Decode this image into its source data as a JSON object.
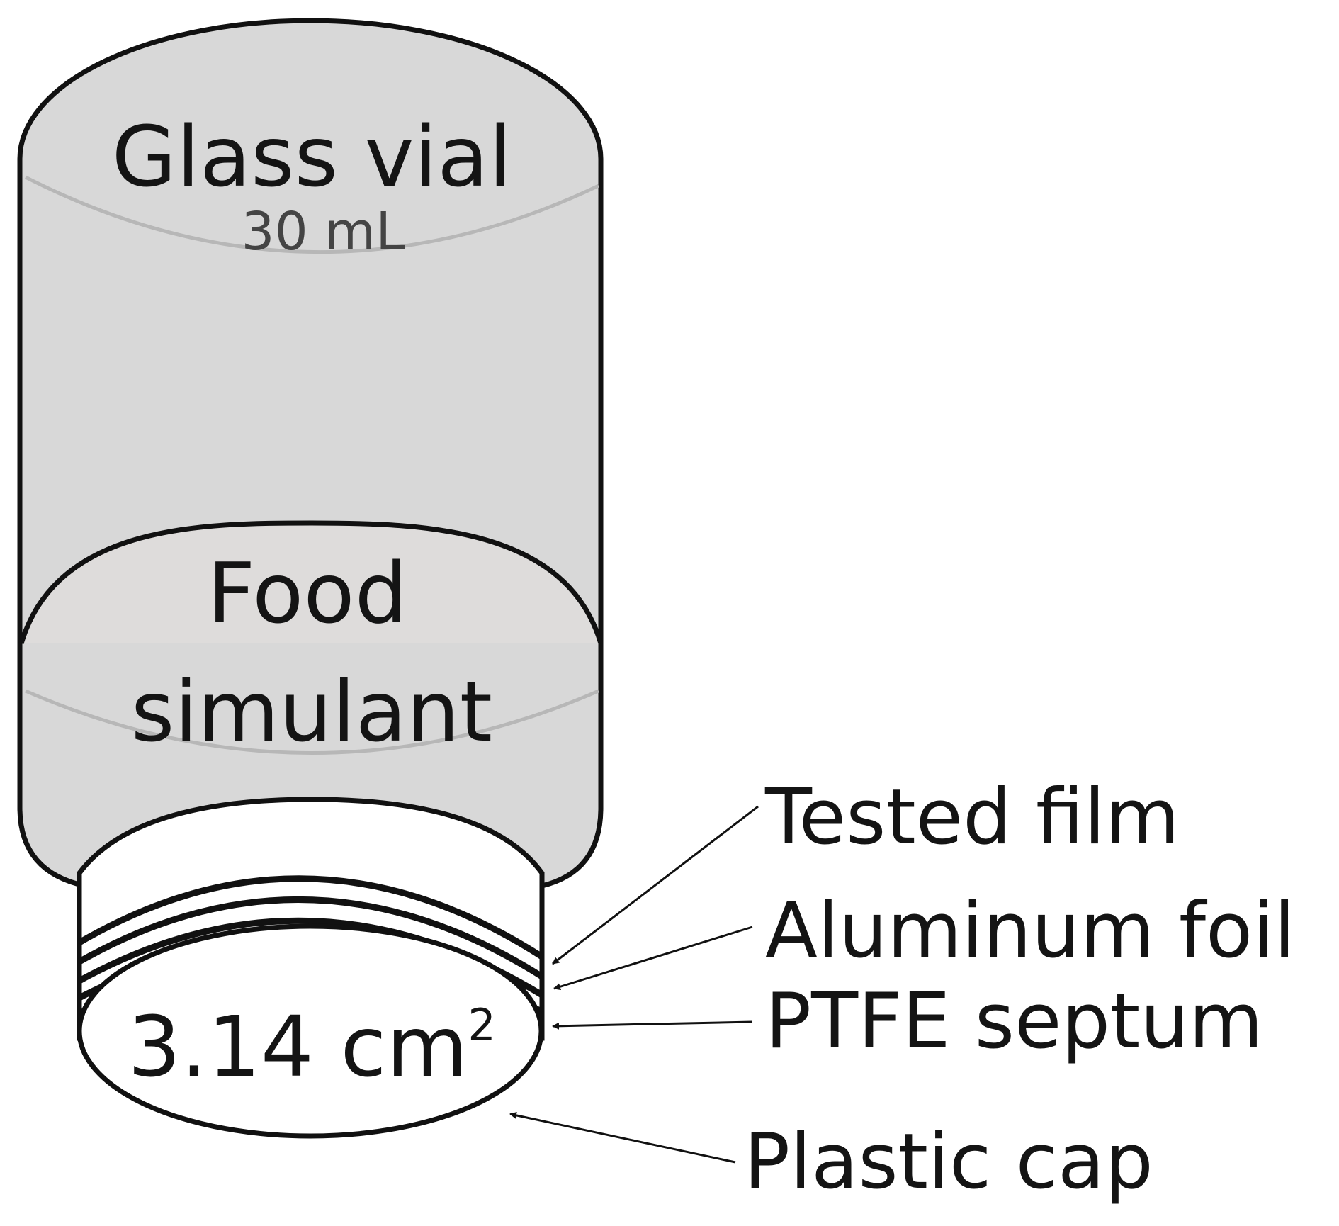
{
  "vial": {
    "title": "Glass vial",
    "volume": "30 mL"
  },
  "simulant": {
    "line1": "Food",
    "line2": "simulant"
  },
  "cap_area": {
    "value": "3.14 cm",
    "superscript": "2"
  },
  "callouts": {
    "tested_film": "Tested film",
    "aluminum_foil": "Aluminum foil",
    "ptfe_septum": "PTFE septum",
    "plastic_cap": "Plastic cap"
  },
  "colors": {
    "glass_fill": "#d8d8d8",
    "outline": "#111111",
    "faint_line": "#b7b7b7",
    "cap_fill": "#ffffff"
  }
}
